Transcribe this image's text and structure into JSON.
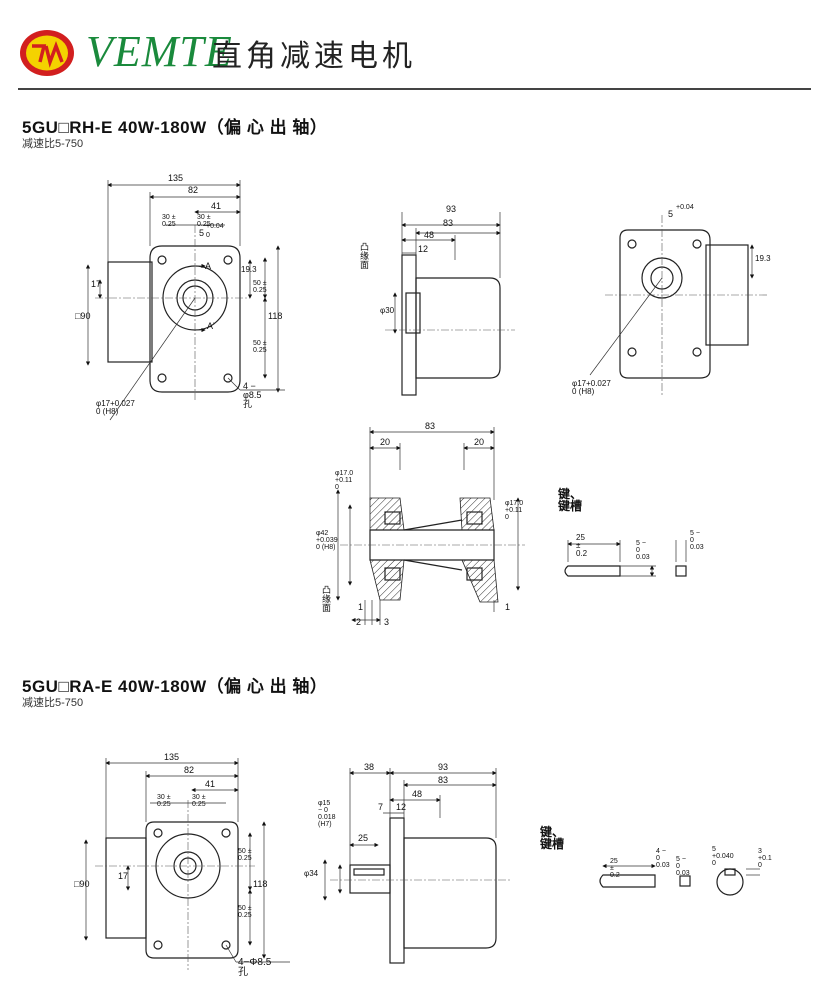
{
  "header": {
    "brand": "VEMTE",
    "title_cn": "直角减速电机"
  },
  "section1": {
    "title": "5GU□RH-E 40W-180W（偏 心 出 轴）",
    "ratio": "减速比5-750"
  },
  "section2": {
    "title": "5GU□RA-E 40W-180W（偏 心 出 轴）",
    "ratio": "减速比5-750"
  },
  "dims": {
    "d135": "135",
    "d82": "82",
    "d41": "41",
    "d30_25a": "30 ± 0.25",
    "d30_25b": "30 ± 0.25",
    "d5_04": "5",
    "tol_04": "+0.04",
    "tol_0": "0",
    "d17": "17",
    "d19_3": "19.3",
    "d50_25a": "50 ± 0.25",
    "d50_25b": "50 ± 0.25",
    "d118": "118",
    "sq90": "□90",
    "holes": "4 − φ8.5孔",
    "markA": "A",
    "markA2": "A'",
    "bore": "φ17+0.027 0 (H8)",
    "d93": "93",
    "d83": "83",
    "d48": "48",
    "d12": "12",
    "phi30": "φ30",
    "flange": "凸缘面",
    "d20a": "20",
    "d20b": "20",
    "phi17_11a": "φ17.0 +0.11 0",
    "phi17_11b": "φ17.0 +0.11 0",
    "phi42": "φ42 +0.039 0 (H8)",
    "d1a": "1",
    "d2": "2",
    "d3": "3",
    "d1b": "1",
    "key_title": "键、键槽",
    "d25_02": "25 ± 0.2",
    "d5_003": "5 − 0 0.03",
    "d5_003b": "5 − 0 0.03",
    "d38": "38",
    "d7": "7",
    "d25": "25",
    "phi15": "φ15 − 0 0.018 (H7)",
    "phi34": "φ34",
    "d4_003": "4 − 0 0.03",
    "d5_040": "5 +0.040 0",
    "d3_01": "3 +0.1 0",
    "holes2": "4−Φ8.5孔"
  }
}
